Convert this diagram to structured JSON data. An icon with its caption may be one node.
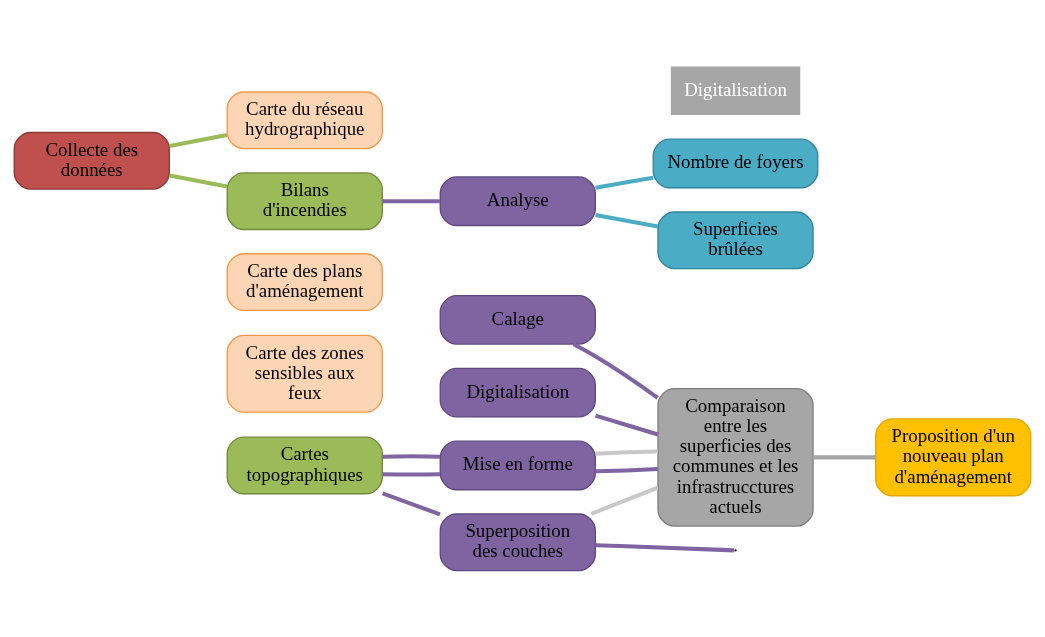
{
  "diagram": {
    "nodes": [
      {
        "text": [
          "Calage"
        ]
      },
      {
        "text": [
          "Carte des zones sensibles aux feux"
        ]
      },
      {
        "text": [
          "Digitalisation"
        ]
      },
      {
        "text": [
          "Comparaison entre les superficies des communes et les infrastrucctures actuels"
        ]
      },
      {
        "text": [
          "Proposition d'un nouveau plan d'aménagement"
        ]
      },
      {
        "text": [
          "Cartes topographiques"
        ]
      },
      {
        "text": [
          "Mise en forme"
        ]
      },
      {
        "text": [
          "Carte des plans d'aménagement"
        ]
      },
      {
        "text": [
          "Collecte des données"
        ]
      },
      {
        "text": [
          "Carte du réseau hydrographique"
        ]
      },
      {
        "text": [
          "Superposition des couches"
        ]
      },
      {
        "text": [
          "Nombre de foyers"
        ]
      },
      {
        "text": [
          "Bilans d'incendies"
        ]
      },
      {
        "text": [
          "Analyse"
        ]
      },
      {
        "text": [
          "Superficies brûlées"
        ]
      }
    ],
    "edges": [
      {
        "from": 8,
        "to": 9,
        "arrow": "none",
        "color": "#9bbb59"
      },
      {
        "from": 8,
        "to": 12,
        "arrow": "none",
        "color": "#9bbb59"
      },
      {
        "from": 5,
        "to": 6,
        "arrow": "none"
      },
      {
        "from": 5,
        "to": 6,
        "arrow": "none"
      },
      {
        "from": 5,
        "to": 10,
        "arrow": "none"
      },
      {
        "from": 0,
        "to": 3,
        "arrow": "none"
      },
      {
        "from": 2,
        "to": 3,
        "arrow": "none"
      },
      {
        "from": 6,
        "to": 3,
        "arrow": "none"
      },
      {
        "from": 6,
        "to": 3,
        "arrow": "none",
        "color": "#c8c8c8"
      },
      {
        "from": 10,
        "to": 3,
        "arrow": "none",
        "color": "#c8c8c8"
      },
      {
        "from": 10,
        "to": null,
        "arrow": "none"
      },
      {
        "from": 3,
        "to": 4,
        "arrow": "none",
        "color": "#a6a6a6"
      },
      {
        "from": 12,
        "to": 13,
        "arrow": "none"
      },
      {
        "from": 13,
        "to": 11,
        "arrow": "none",
        "color": "#4bacc6"
      },
      {
        "from": 13,
        "to": 14,
        "arrow": "none",
        "color": "#4bacc6"
      }
    ],
    "labels": [
      "Digitalisation"
    ]
  }
}
